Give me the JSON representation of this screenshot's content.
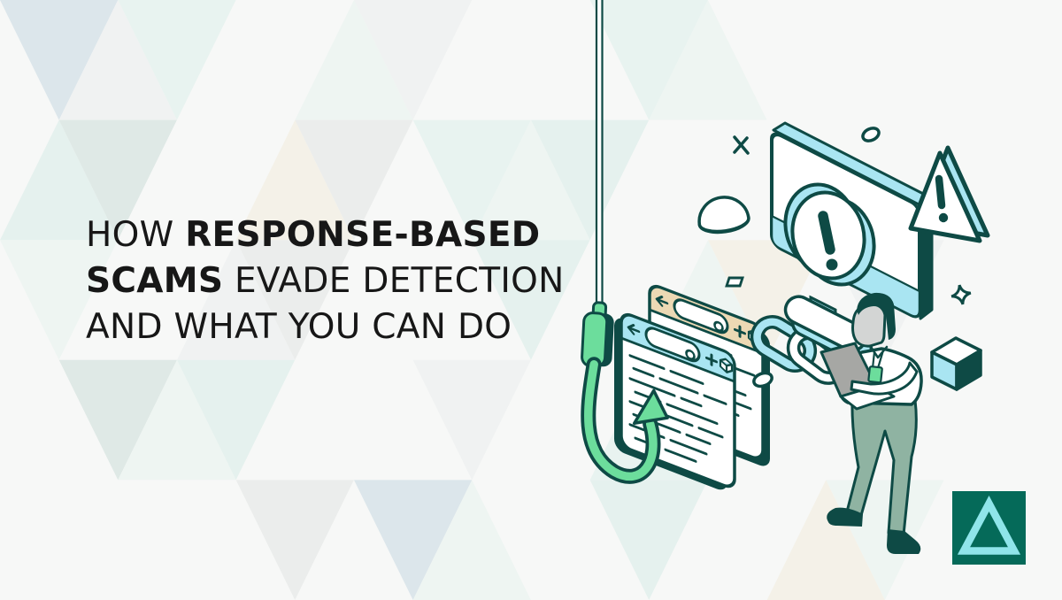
{
  "banner": {
    "headline": {
      "line1": {
        "normal": "HOW ",
        "bold": "RESPONSE-BASED"
      },
      "line2": {
        "bold": "SCAMS",
        "normal": " EVADE DETECTION"
      },
      "line3": {
        "normal": "AND WHAT YOU CAN DO"
      }
    }
  },
  "brand": {
    "logo_shape": "delta-triangle"
  },
  "illustration": {
    "theme": "phishing-scam-warning",
    "elements": [
      "fishing-line",
      "fishing-hook-arrow",
      "phishing-browser-windows",
      "warning-monitor",
      "alert-exclamation-circle",
      "alert-triangle",
      "chain-links",
      "person-with-laptop",
      "isometric-cube",
      "dome-button",
      "sparkles"
    ]
  },
  "theme": {
    "text": "#171717",
    "ink": "#0e4a45",
    "light_blue": "#a9e5f2",
    "mint_green": "#6cdd9c",
    "tan": "#ecd9b4",
    "sage": "#8fb3a2",
    "face_gray": "#d3d5d4",
    "laptop_gray": "#a6a7a4",
    "logo_bg": "#056a59",
    "logo_triangle": "#8fe5ea",
    "page_bg": "#f7f8f7",
    "mosaic": {
      "blue_gray": "#dce6eb",
      "mint": "#e8f3f0",
      "sage": "#dfe9e6",
      "gray": "#ebedec",
      "cream": "#f4f1e8",
      "aqua": "#e5f1ee",
      "pale_mint": "#eef5f2",
      "pale_gray": "#f0f2f2"
    }
  }
}
